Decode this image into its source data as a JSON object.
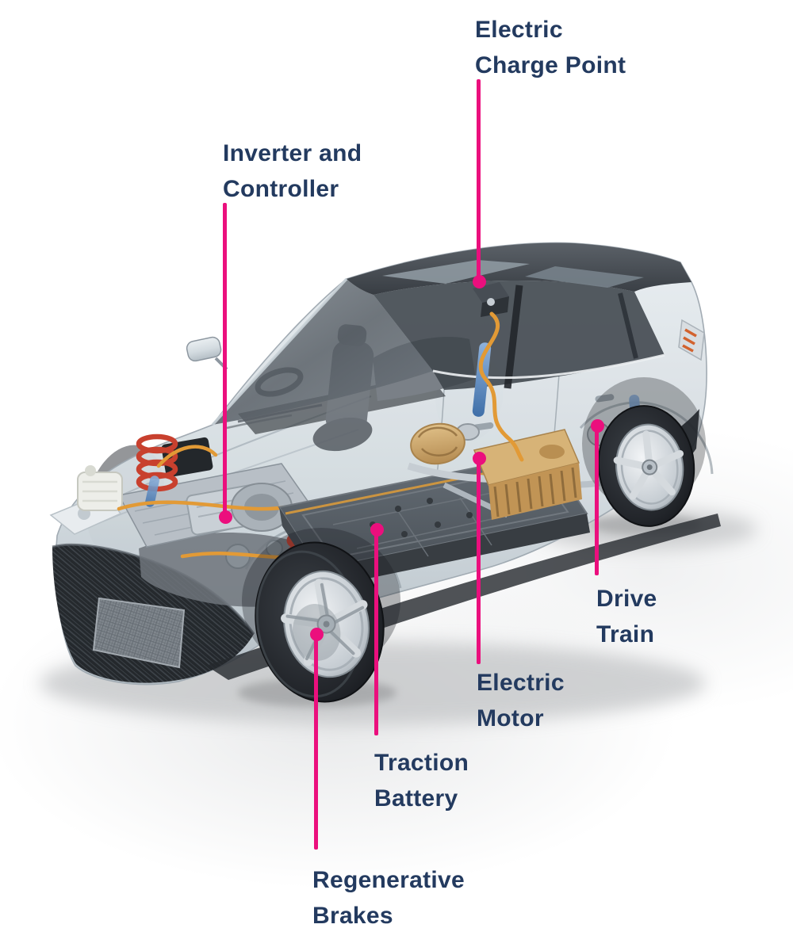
{
  "colors": {
    "accent_pink": "#EB0F7D",
    "label_navy": "#233A5F",
    "background": "#FFFFFF",
    "cable_orange": "#E29A36",
    "spring_red": "#C8402E",
    "motor_tan": "#D2AC6E",
    "battery_gray": "#575E66",
    "body_silver": "#D8DFE3"
  },
  "labels": [
    {
      "id": "electric-charge-point",
      "line1": "Electric",
      "line2": "Charge Point"
    },
    {
      "id": "inverter-and-controller",
      "line1": "Inverter and",
      "line2": "Controller"
    },
    {
      "id": "drive-train",
      "line1": "Drive",
      "line2": "Train"
    },
    {
      "id": "electric-motor",
      "line1": "Electric",
      "line2": "Motor"
    },
    {
      "id": "traction-battery",
      "line1": "Traction",
      "line2": "Battery"
    },
    {
      "id": "regenerative-brakes",
      "line1": "Regenerative",
      "line2": "Brakes"
    }
  ]
}
